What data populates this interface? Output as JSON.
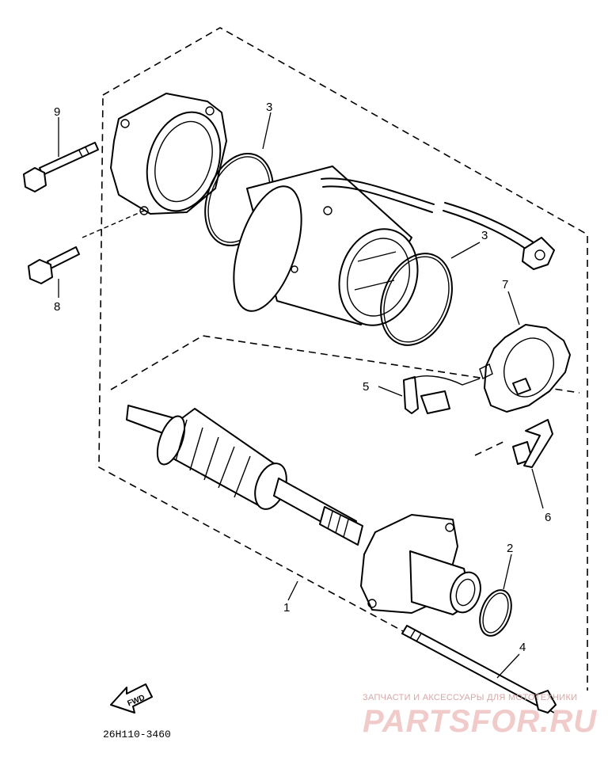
{
  "diagram": {
    "drawing_code": "26H110-3460",
    "fwd_label": "FWD",
    "callouts": {
      "part_1": "1",
      "part_2": "2",
      "part_3_ring_top": "3",
      "part_3_ring_right": "3",
      "part_4": "4",
      "part_5": "5",
      "part_6": "6",
      "part_7": "7",
      "part_8": "8",
      "part_9": "9"
    }
  },
  "watermark": {
    "tagline": "ЗАПЧАСТИ И АКСЕССУАРЫ ДЛЯ МОТОТЕХНИКИ",
    "brand": "PARTSFOR.RU"
  }
}
